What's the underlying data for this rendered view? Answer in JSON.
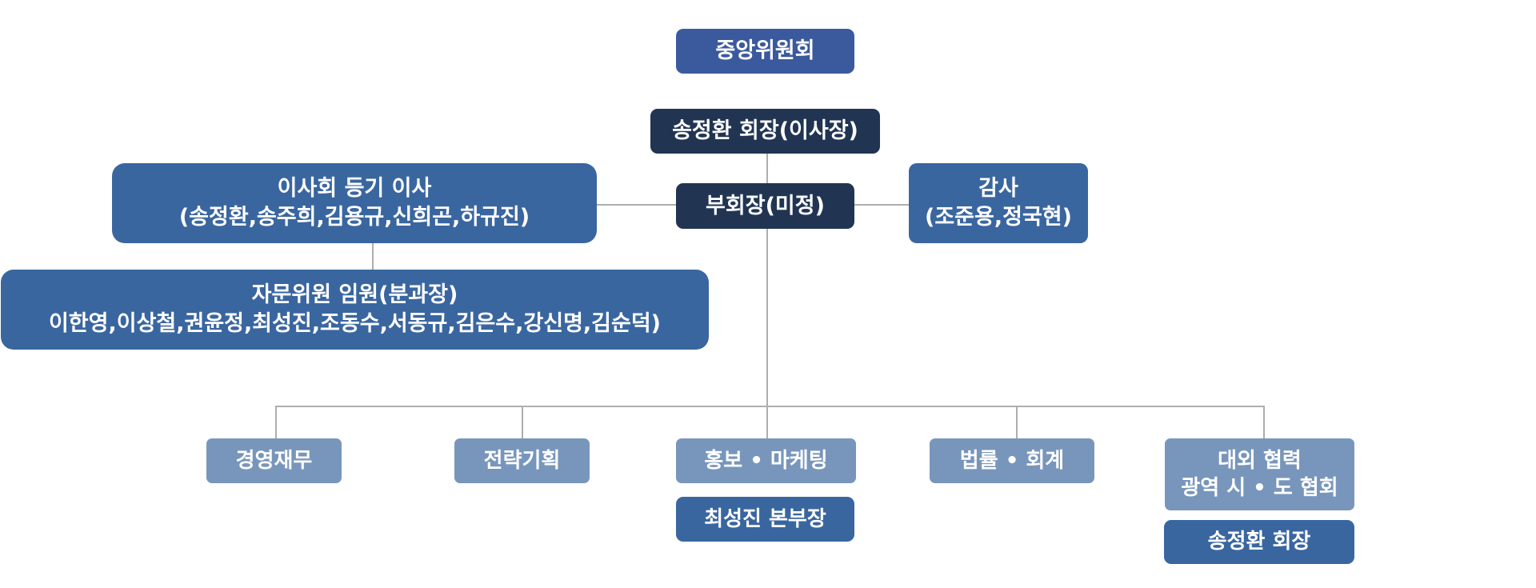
{
  "org_chart": {
    "top": {
      "label": "중앙위원회"
    },
    "chairman": {
      "label": "송정환 회장(이사장)"
    },
    "vice_chairman": {
      "label": "부회장(미정)"
    },
    "board": {
      "title": "이사회 등기 이사",
      "members": "(송정환,송주희,김용규,신희곤,하규진)"
    },
    "advisors": {
      "title": "자문위원 임원(분과장)",
      "members": "이한영,이상철,권윤정,최성진,조동수,서동규,김은수,강신명,김순덕)"
    },
    "auditor": {
      "title": "감사",
      "members": "(조준용,정국현)"
    },
    "departments": [
      {
        "label": "경영재무"
      },
      {
        "label": "전략기획"
      },
      {
        "label": "홍보 • 마케팅",
        "head": "최성진 본부장"
      },
      {
        "label": "법률 • 회계"
      },
      {
        "label_line1": "대외 협력",
        "label_line2": "광역 시 • 도 협회",
        "head": "송정환 회장"
      }
    ],
    "colors": {
      "committee": "#3b5a9d",
      "executive": "#213553",
      "board": "#3a66a0",
      "department": "#7896bb",
      "connector": "#aeaeae"
    }
  }
}
